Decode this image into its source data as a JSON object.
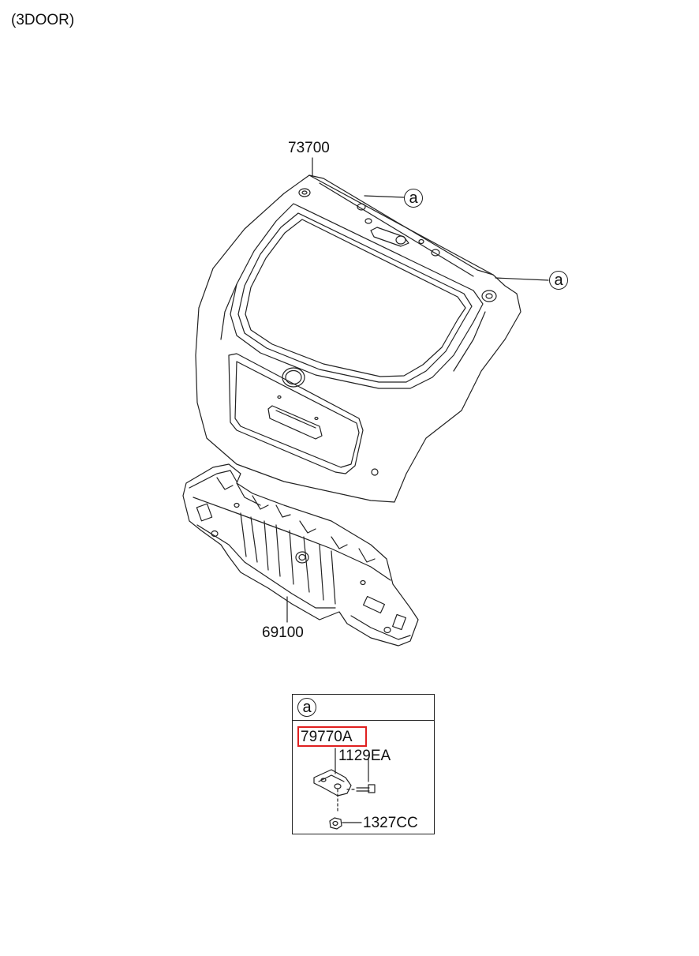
{
  "header": {
    "variant_label": "(3DOOR)"
  },
  "parts": {
    "tailgate": "73700",
    "back_panel": "69100",
    "hinge": "79770A",
    "bolt": "1129EA",
    "nut": "1327CC"
  },
  "callout": {
    "ref": "a"
  },
  "colors": {
    "highlight": "#e02020",
    "line": "#222222"
  }
}
